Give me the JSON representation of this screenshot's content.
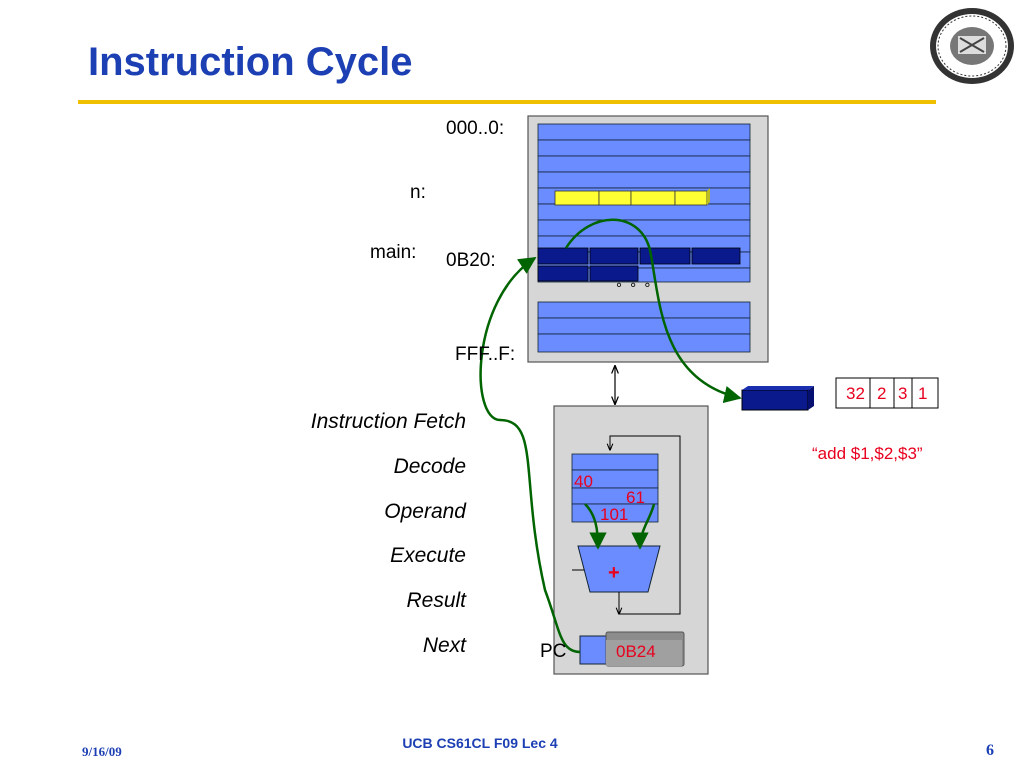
{
  "slide": {
    "title": "Instruction Cycle",
    "colors": {
      "title": "#1c3fb3",
      "rule": "#f0c000",
      "memory_row": "#6b8cff",
      "loaded_row": "#0a1a8c",
      "data_row": "#ffff33",
      "arrow": "#006400",
      "text_red": "#e8001e"
    }
  },
  "memory": {
    "addr_top": "000..0:",
    "addr_bottom": "FFF..F:",
    "addr_main": "0B20:",
    "label_n": "n:",
    "label_main": "main:",
    "ellipsis": "°  °  °"
  },
  "steps": [
    "Instruction Fetch",
    "Decode",
    "Operand",
    "Execute",
    "Result",
    "Next"
  ],
  "instruction": {
    "fields": [
      "32",
      "2",
      "3",
      "1"
    ],
    "assembly": "“add $1,$2,$3”"
  },
  "cpu": {
    "reg_value_1": "40",
    "reg_value_2": "61",
    "reg_value_3": "101",
    "alu_op": "+",
    "pc_label": "PC",
    "pc_value": "0B24"
  },
  "footer": {
    "date": "9/16/09",
    "course": "UCB CS61CL F09 Lec 4",
    "page": "6"
  }
}
